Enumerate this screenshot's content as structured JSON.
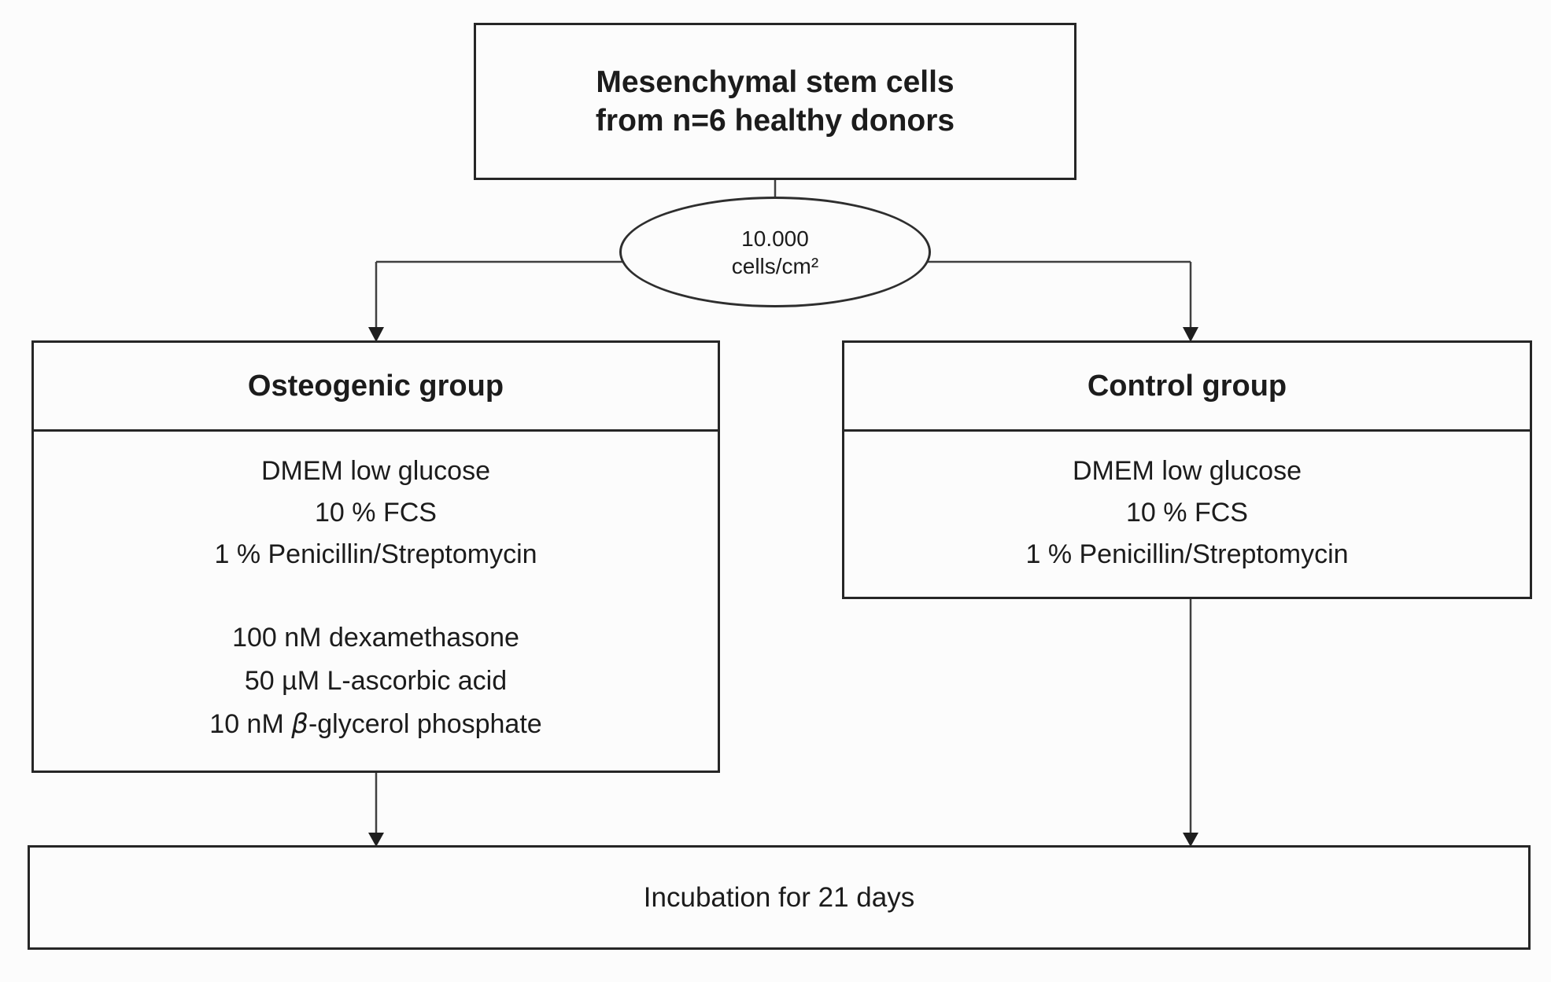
{
  "diagram": {
    "top_box": {
      "line1": "Mesenchymal stem cells",
      "line2": "from n=6 healthy donors"
    },
    "seeding_ellipse": {
      "line1": "10.000",
      "line2": "cells/cm²"
    },
    "osteogenic_box": {
      "title": "Osteogenic group",
      "base_medium": [
        "DMEM low glucose",
        "10 % FCS",
        "1 % Penicillin/Streptomycin"
      ],
      "supplements": [
        "100 nM dexamethasone",
        "50 µM L-ascorbic acid"
      ],
      "beta_supplement": {
        "prefix": "10 nM ",
        "beta": "β",
        "suffix": "-glycerol phosphate"
      }
    },
    "control_box": {
      "title": "Control group",
      "base_medium": [
        "DMEM low glucose",
        "10 % FCS",
        "1 % Penicillin/Streptomycin"
      ]
    },
    "incubation_box": {
      "label": "Incubation for 21 days"
    },
    "colors": {
      "background": "#fcfcfc",
      "border": "#262626",
      "line": "#404040",
      "text": "#1c1c1c"
    }
  }
}
